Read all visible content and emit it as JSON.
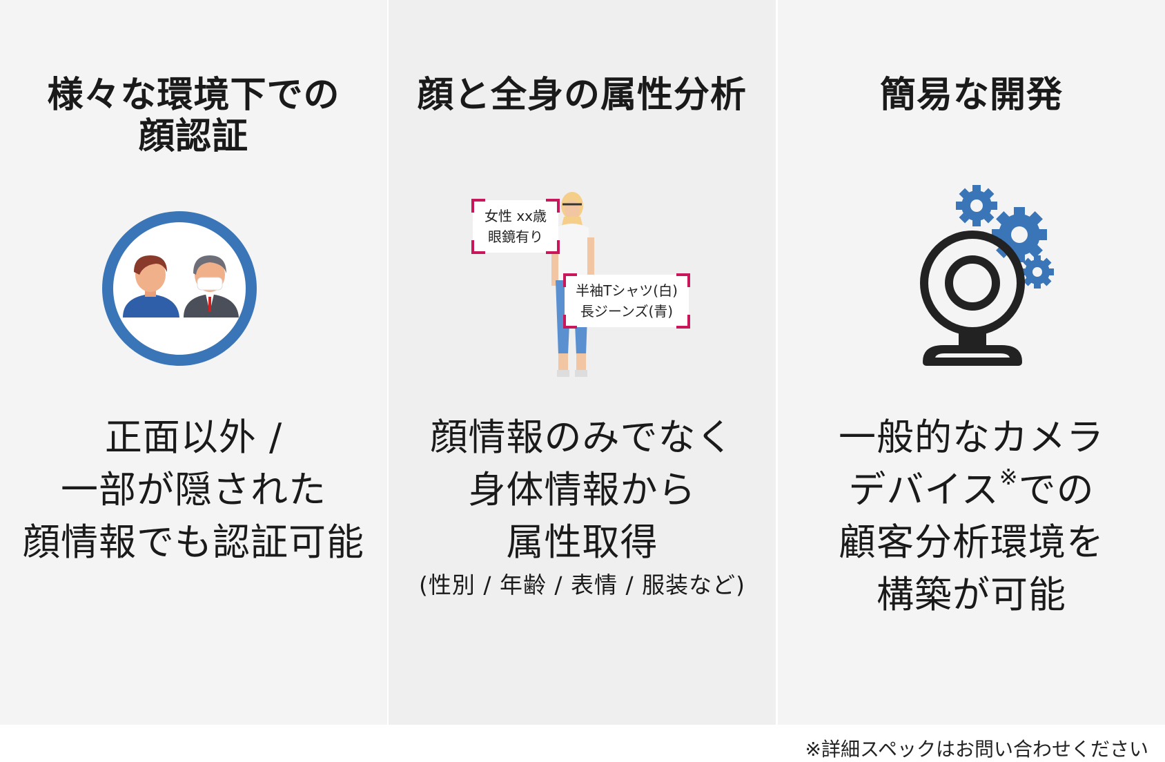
{
  "panels": [
    {
      "title_lines": [
        "様々な環境下での",
        "顔認証"
      ],
      "desc_lines": [
        "正面以外 /",
        "一部が隠された",
        "顔情報でも認証可能"
      ],
      "icon": "face-recognition-icon"
    },
    {
      "title_lines": [
        "顔と全身の属性分析"
      ],
      "tag1_lines": [
        "女性 xx歳",
        "眼鏡有り"
      ],
      "tag2_lines": [
        "半袖Tシャツ(白)",
        "長ジーンズ(青)"
      ],
      "desc_lines": [
        "顔情報のみでなく",
        "身体情報から",
        "属性取得"
      ],
      "desc_sub": "(性別 / 年齢 / 表情 / 服装など)",
      "icon": "person-attribute-icon"
    },
    {
      "title_lines": [
        "簡易な開発"
      ],
      "desc_lines": [
        "一般的なカメラ",
        "デバイス",
        "での",
        "顧客分析環境を",
        "構築が可能"
      ],
      "desc_note_mark": "※",
      "icon": "webcam-gear-icon"
    }
  ],
  "footnote": "※詳細スペックはお問い合わせください",
  "colors": {
    "accent_blue": "#3a75b8",
    "tag_border": "#c8175a",
    "dark_icon": "#222222"
  }
}
